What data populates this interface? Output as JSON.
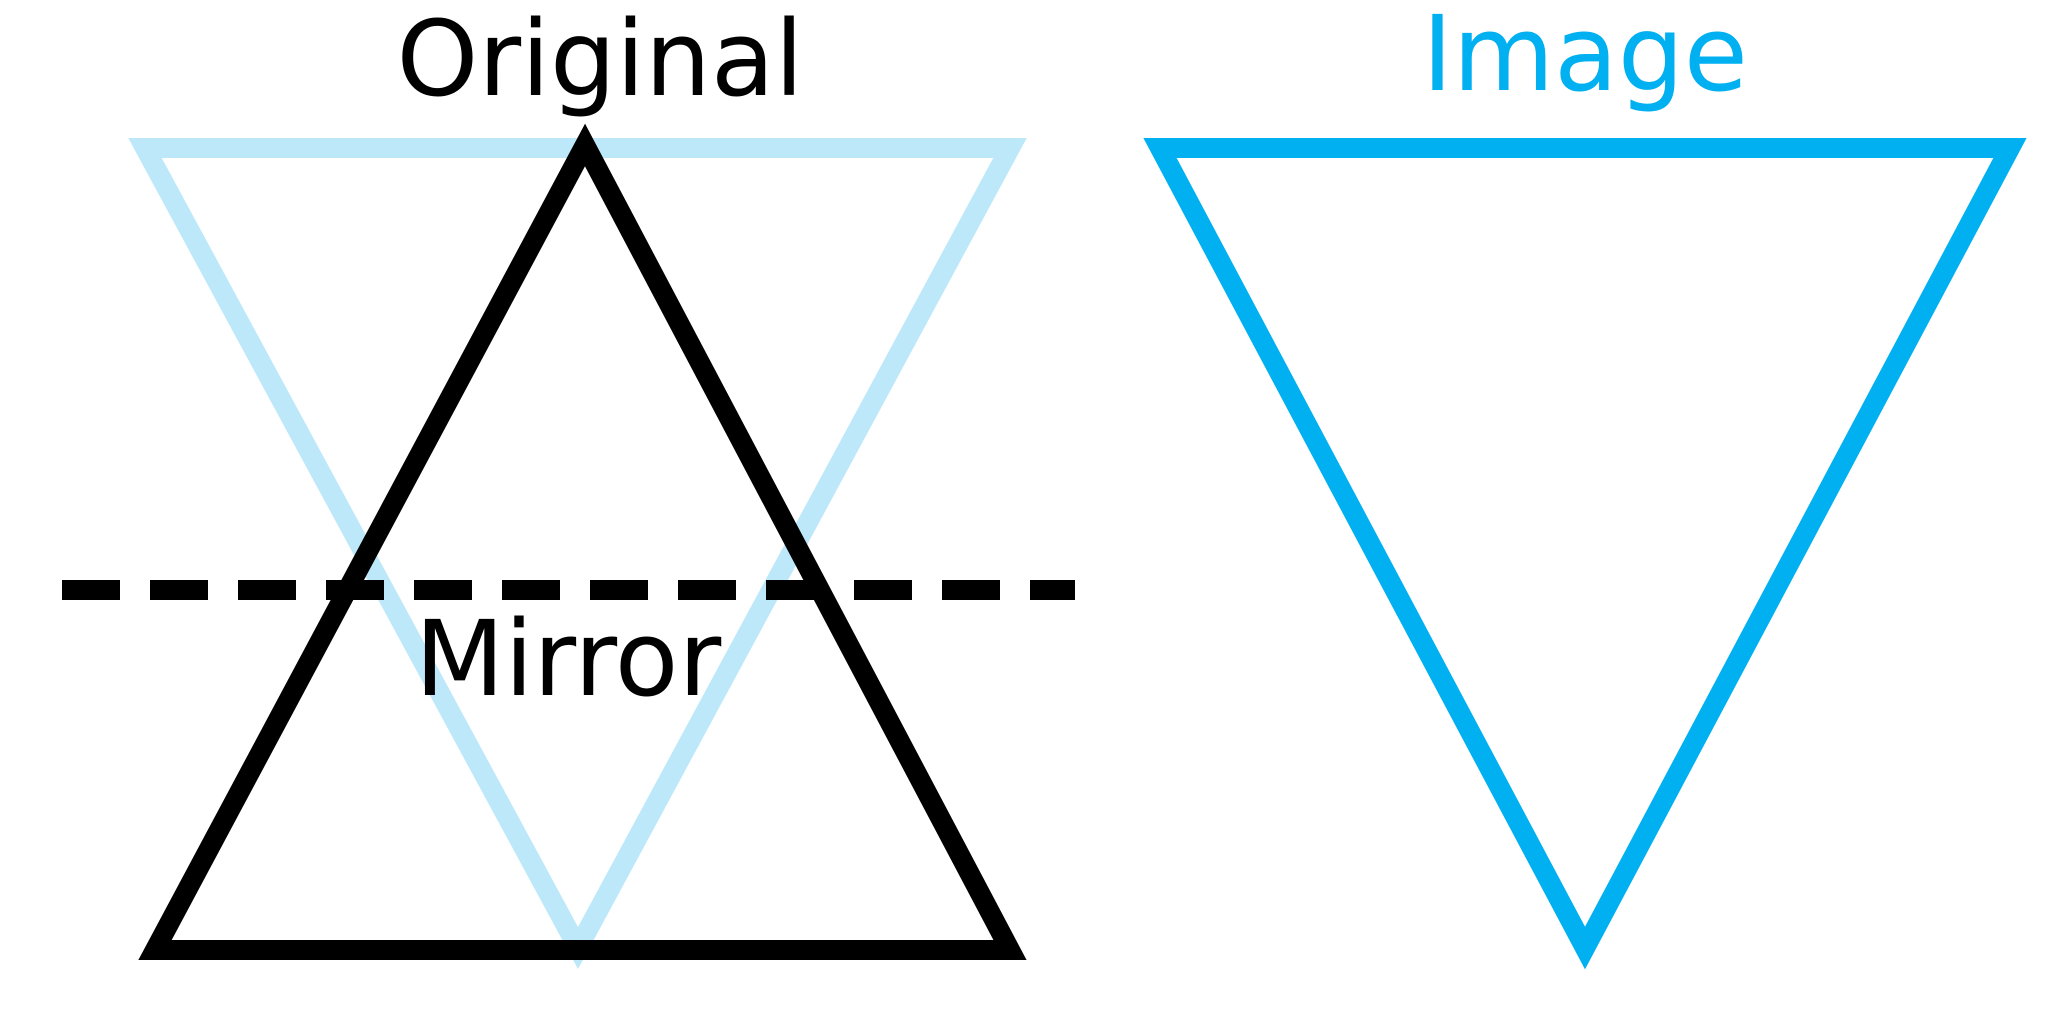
{
  "labels": {
    "original": "Original",
    "mirror": "Mirror",
    "image": "Image"
  },
  "colors": {
    "original": "#000000",
    "image": "#00B0F0",
    "reflection_ghost": "#BDE8FA",
    "background": "#FFFFFF"
  }
}
